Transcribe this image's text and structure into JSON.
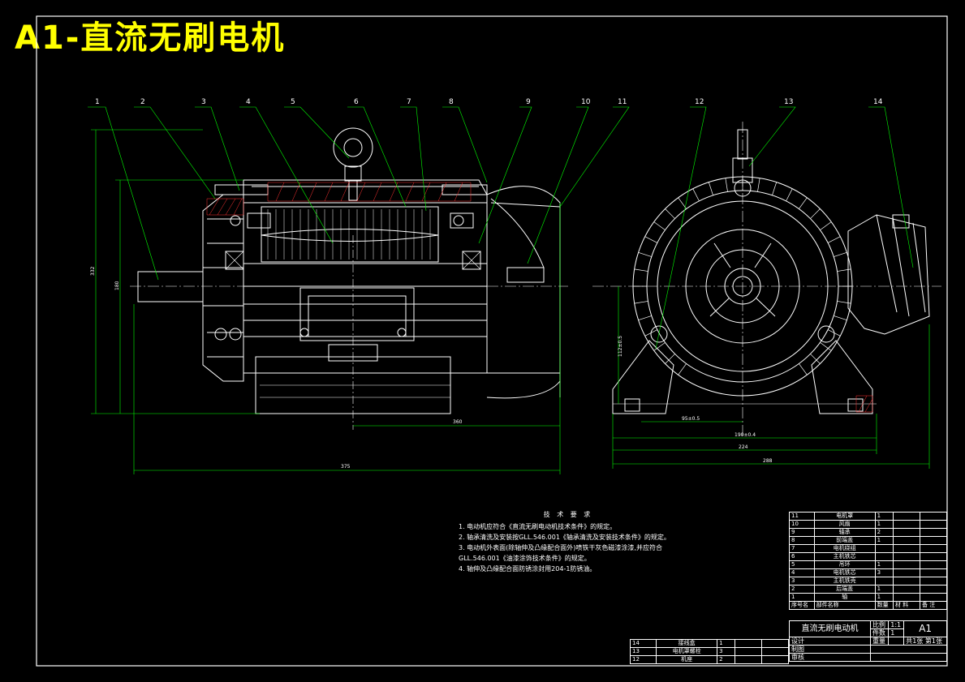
{
  "title": "A1-直流无刷电机",
  "colors": {
    "background": "#000000",
    "outline": "#ffffff",
    "leader": "#00ff00",
    "title": "#ffff00",
    "hatch": "#ff3333"
  },
  "balloons": [
    "1",
    "2",
    "3",
    "4",
    "5",
    "6",
    "7",
    "8",
    "9",
    "10",
    "11",
    "12",
    "13",
    "14"
  ],
  "dimensions": {
    "overall_length": "375",
    "partial_length": "360",
    "left_height": "332",
    "left_height_inner": "180",
    "center_height": "112±0.5",
    "half_width": "95±0.5",
    "foot_span": "190±0.4",
    "base_width": "224",
    "total_width": "288"
  },
  "tech_notes": {
    "heading": "技 术 要 求",
    "items": [
      "1. 电动机应符合《直流无刷电动机技术条件》的规定。",
      "2. 轴承清洗及安装按GLL.546.001《轴承清洗及安装技术条件》的规定。",
      "3. 电动机外表面(除轴伸及凸缘配合面外)喷铁干灰色磁漆涂漆,并应符合",
      "   GLL.546.001《油漆涂饰技术条件》的规定。",
      "4. 轴伸及凸缘配合面防锈涂封用204-1防锈油。"
    ]
  },
  "parts_upper": [
    {
      "no": "11",
      "name": "电机罩",
      "qty": "1"
    },
    {
      "no": "10",
      "name": "风扇",
      "qty": "1"
    },
    {
      "no": "9",
      "name": "轴承",
      "qty": "2"
    },
    {
      "no": "8",
      "name": "前端盖",
      "qty": "1"
    },
    {
      "no": "7",
      "name": "电机绕组",
      "qty": ""
    },
    {
      "no": "6",
      "name": "主机铁芯",
      "qty": ""
    },
    {
      "no": "5",
      "name": "吊环",
      "qty": "1"
    },
    {
      "no": "4",
      "name": "电机铁芯",
      "qty": "3"
    },
    {
      "no": "3",
      "name": "主机铁壳",
      "qty": ""
    },
    {
      "no": "2",
      "name": "后端盖",
      "qty": "1"
    },
    {
      "no": "1",
      "name": "轴",
      "qty": "1"
    }
  ],
  "parts_header": {
    "no": "序号名",
    "name": "部件名称",
    "qty": "数量",
    "material": "材 料",
    "remark": "备 注"
  },
  "parts_lower": [
    {
      "no": "14",
      "name": "接线盒",
      "qty": "1"
    },
    {
      "no": "13",
      "name": "电机罩螺栓",
      "qty": "3"
    },
    {
      "no": "12",
      "name": "机座",
      "qty": "2"
    }
  ],
  "title_block": {
    "name": "直流无刷电动机",
    "scale_label": "比例",
    "scale": "1:1",
    "qty_label": "件数",
    "qty": "1",
    "weight_label": "重量",
    "sheet": "共1张 第1张",
    "size": "A1",
    "design": "设计",
    "drawing": "制图",
    "check": "审核"
  }
}
